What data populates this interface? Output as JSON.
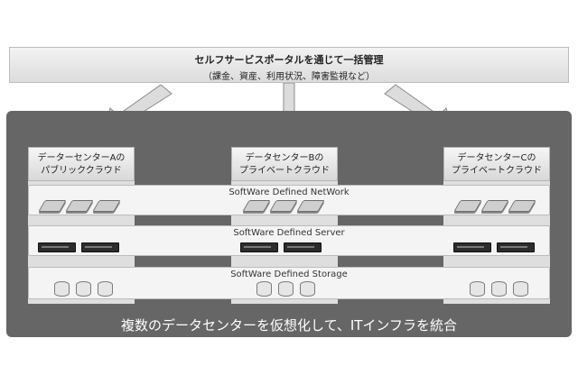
{
  "portal": {
    "title": "セルフサービスポータルを通じて一括管理",
    "subtitle": "（課金、資産、利用状況、障害監視など）"
  },
  "datacenters": [
    {
      "line1": "データーセンターAの",
      "line2": "パブリッククラウド"
    },
    {
      "line1": "データセンターBの",
      "line2": "プライベートクラウド"
    },
    {
      "line1": "データセンターCの",
      "line2": "プライベートクラウド"
    }
  ],
  "layers": {
    "network": "SoftWare Defined NetWork",
    "server": "SoftWare Defined Server",
    "storage": "SoftWare Defined Storage"
  },
  "caption": "複数のデータセンターを仮想化して、ITインフラを統合",
  "icons": {
    "network": "network-switch-icon",
    "server": "rack-server-icon",
    "storage": "storage-disk-icon"
  },
  "colors": {
    "container": "#666666",
    "band": "#f4f4f4",
    "header": "#e4e4e4"
  }
}
